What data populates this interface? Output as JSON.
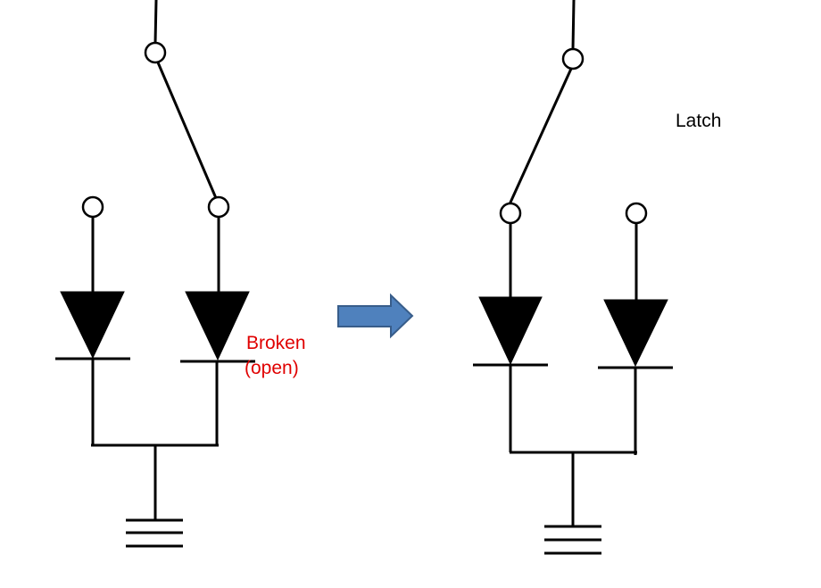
{
  "labels": {
    "broken_line1": "Broken",
    "broken_line2": "(open)",
    "latch": "Latch"
  },
  "colors": {
    "broken_text": "#e00000",
    "latch_text": "#000000",
    "arrow_fill": "#4f81bd",
    "arrow_stroke": "#385d8a",
    "wire": "#000000"
  },
  "icons": {
    "transition_arrow": "right-arrow-icon",
    "ground": "ground-icon"
  }
}
